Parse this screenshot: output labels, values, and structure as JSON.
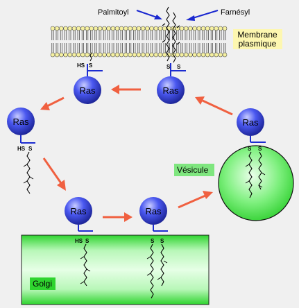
{
  "labels": {
    "palmitoyl": "Palmitoyl",
    "farnesyl": "Farnésyl",
    "membrane_line1": "Membrane",
    "membrane_line2": "plasmique",
    "vesicule": "Vésicule",
    "golgi": "Golgi",
    "ras": "Ras",
    "hs": "HS",
    "s": "S"
  },
  "colors": {
    "background": "#f0f0f0",
    "ras_fill": "#4a58f0",
    "ras_dark": "#1c2496",
    "anchor": "#1c2cd0",
    "cycle_arrow": "#f06040",
    "pointer_arrow": "#1a28d0",
    "golgi_fill": "#3ed83e",
    "vesicle_fill": "#52e052",
    "lipid_head": "#f5f0a0",
    "label_highlight": "#fdf7b0"
  }
}
